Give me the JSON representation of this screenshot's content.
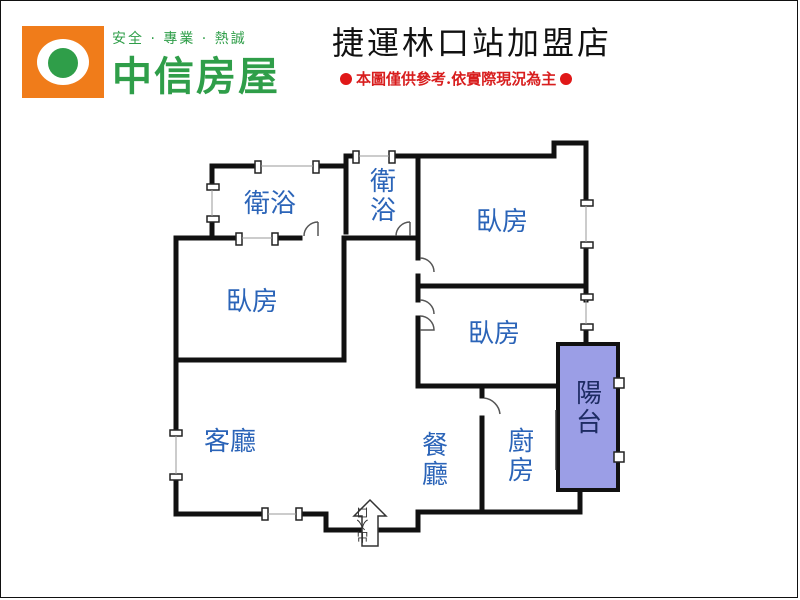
{
  "header": {
    "brand_tagline": "安全 · 專業 · 熱誠",
    "brand_name": "中信房屋",
    "store_name": "捷運林口站加盟店",
    "notice": "本圖僅供參考.依實際現況為主"
  },
  "rooms": {
    "bath_left": "衛浴",
    "bath_right": "衛浴",
    "bedroom_top_right": "臥房",
    "bedroom_left": "臥房",
    "bedroom_mid_right": "臥房",
    "balcony": "陽台",
    "living_room": "客廳",
    "dining_room": "餐廳",
    "kitchen": "廚房"
  },
  "entrance": {
    "label": "出入口"
  },
  "colors": {
    "brand_orange": "#f07c1a",
    "brand_green": "#2f9e49",
    "room_text": "#2b64b8",
    "notice_red": "#d81e1e",
    "balcony_fill": "#9b9ee6"
  }
}
